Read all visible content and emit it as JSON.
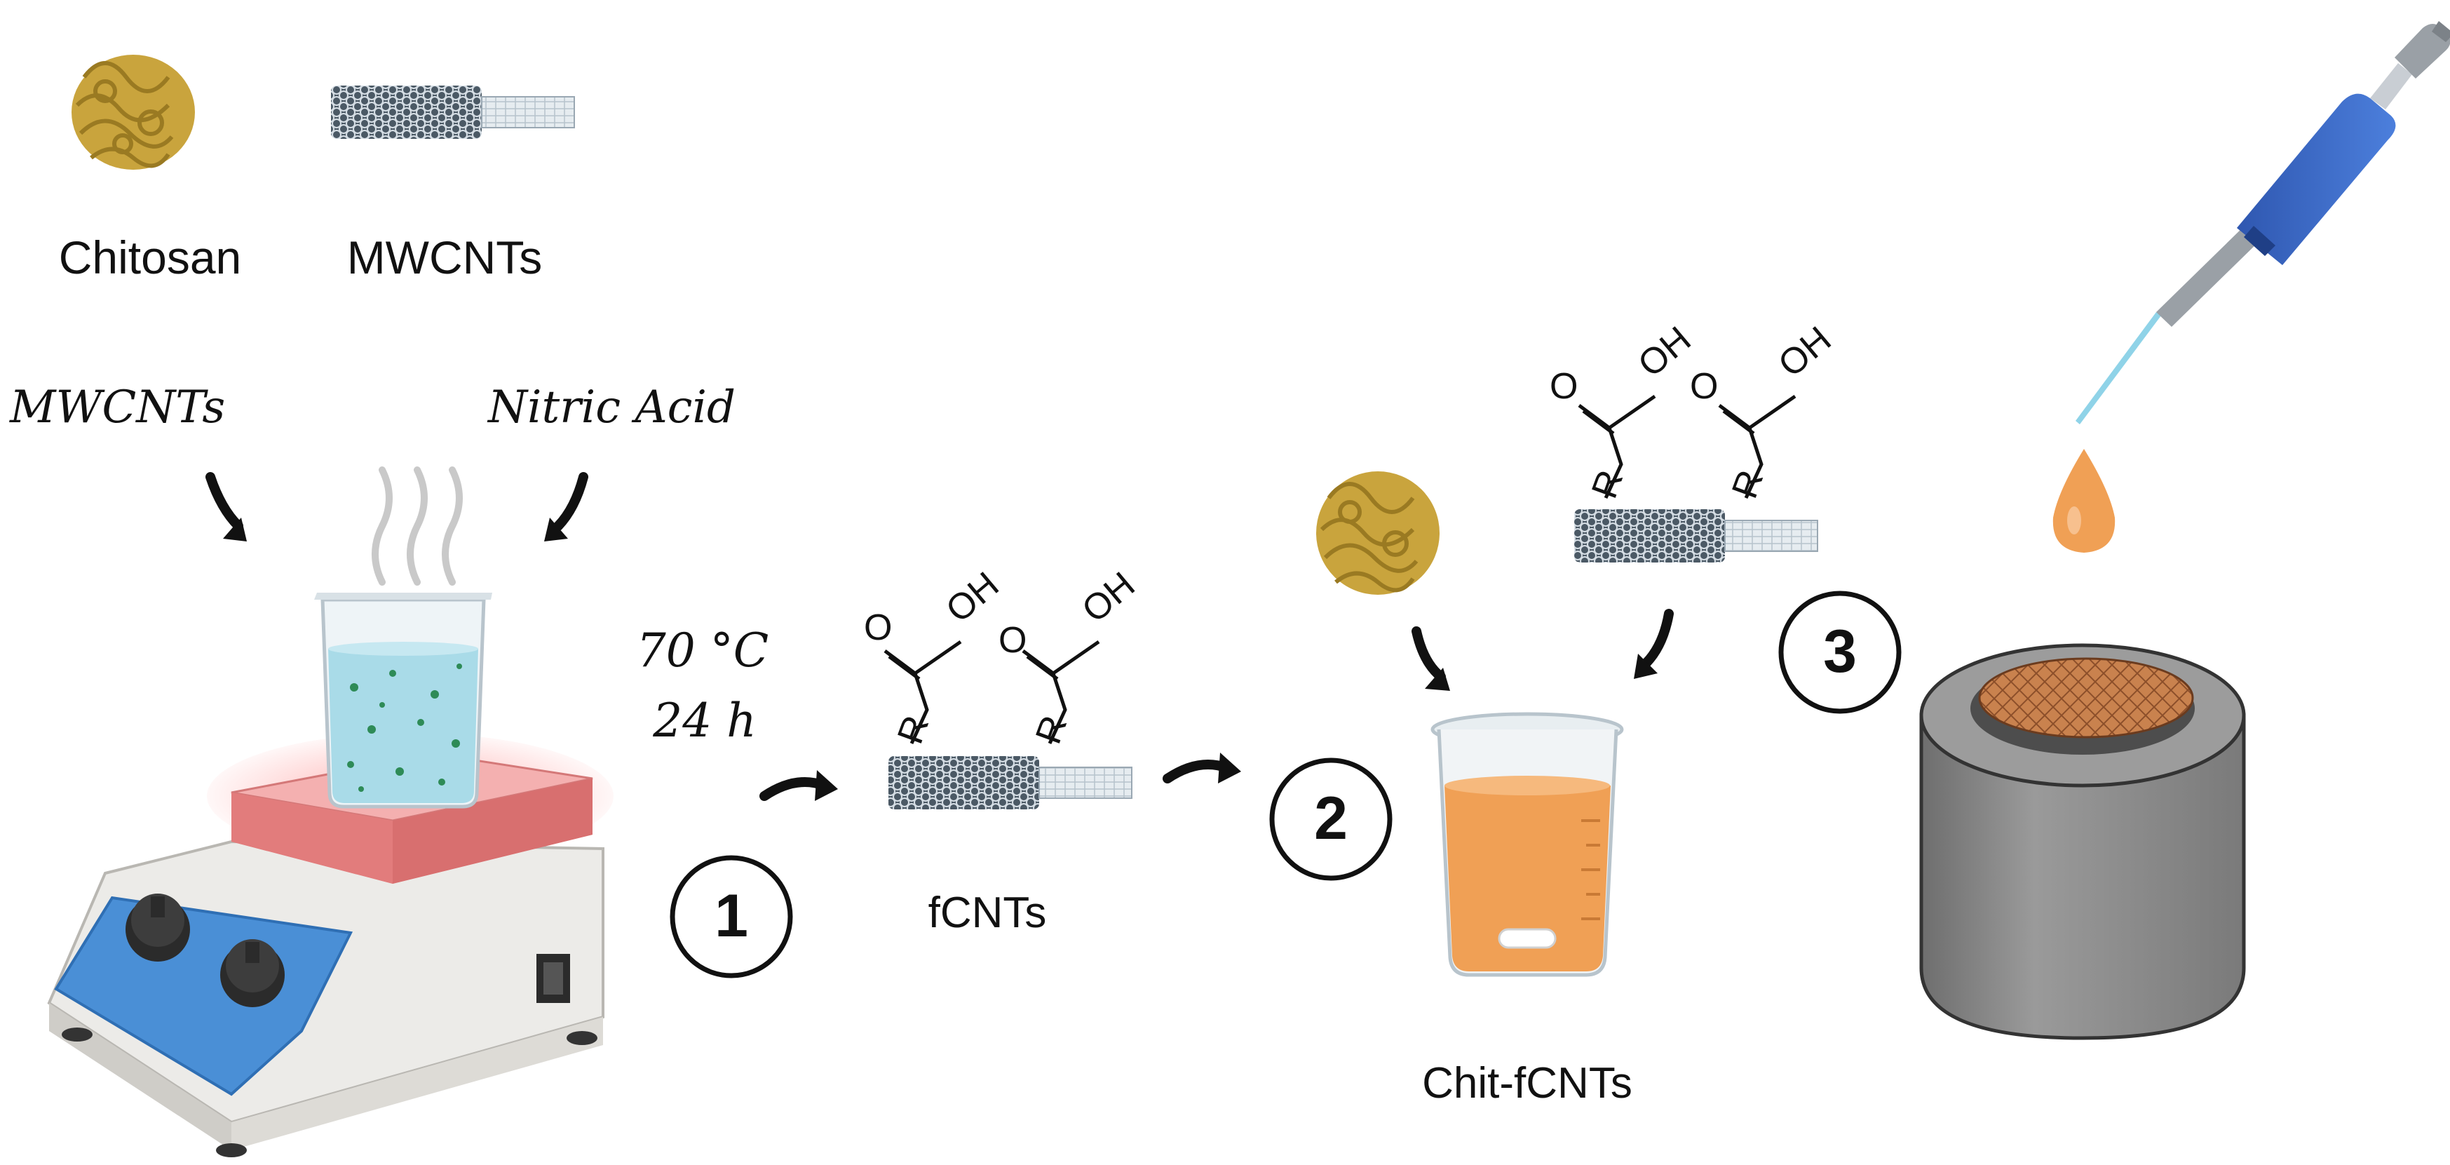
{
  "legend": {
    "chitosan_label": "Chitosan",
    "mwcnts_label": "MWCNTs"
  },
  "inputs": {
    "mwcnts_label": "MWCNTs",
    "nitric_acid_label": "Nitric Acid"
  },
  "conditions": {
    "temperature": "70 °C",
    "time": "24 h"
  },
  "chemistry": {
    "oxygen": "O",
    "hydroxyl": "OH",
    "r_group": "R"
  },
  "steps": [
    {
      "number": "1"
    },
    {
      "number": "2"
    },
    {
      "number": "3"
    }
  ],
  "products": {
    "fcnts_label": "fCNTs",
    "composite_label": "Chit-fCNTs"
  },
  "colors": {
    "chitosan": "#c9a43d",
    "cnt_dark": "#3d4a55",
    "cnt_light": "#c8d2da",
    "hotplate_red": "#e36a6a",
    "stirrer_blue": "#4a8fd6",
    "solution_orange": "#f0a055",
    "electrode_gray": "#8a8a8a",
    "pipette_blue": "#3b67c4"
  }
}
